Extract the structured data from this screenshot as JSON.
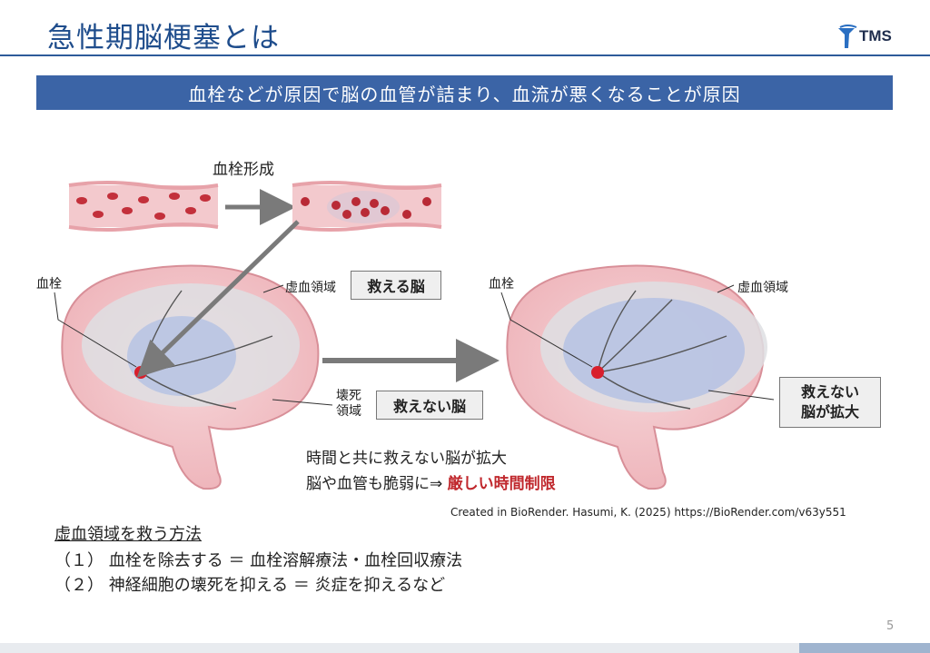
{
  "header": {
    "title": "急性期脳梗塞とは",
    "logo_text": "TMS"
  },
  "banner": "血栓などが原因で脳の血管が詰まり、血流が悪くなることが原因",
  "figure": {
    "thrombus_formation": "血栓形成",
    "left_brain": {
      "thrombus_label": "血栓",
      "ischemic_label": "虚血領域",
      "salvageable_box": "救える脳",
      "necrosis_label_line1": "壊死",
      "necrosis_label_line2": "領域",
      "unsalvageable_box": "救えない脳"
    },
    "right_brain": {
      "thrombus_label": "血栓",
      "ischemic_label": "虚血領域",
      "expand_box_line1": "救えない",
      "expand_box_line2": "脳が拡大"
    },
    "note_line1": "時間と共に救えない脳が拡大",
    "note_line2_prefix": "脳や血管も脆弱に⇒ ",
    "note_line2_highlight": "厳しい時間制限",
    "credit": "Created in BioRender. Hasumi, K. (2025) https://BioRender.com/v63y551"
  },
  "methods": {
    "heading": "虚血領域を救う方法",
    "items": [
      "（１） 血栓を除去する ＝ 血栓溶解療法・血栓回収療法",
      "（２） 神経細胞の壊死を抑える ＝ 炎症を抑えるなど"
    ]
  },
  "page_number": "5",
  "colors": {
    "title": "#1f4d8c",
    "banner": "#3b64a6",
    "highlight": "#c0282d"
  }
}
